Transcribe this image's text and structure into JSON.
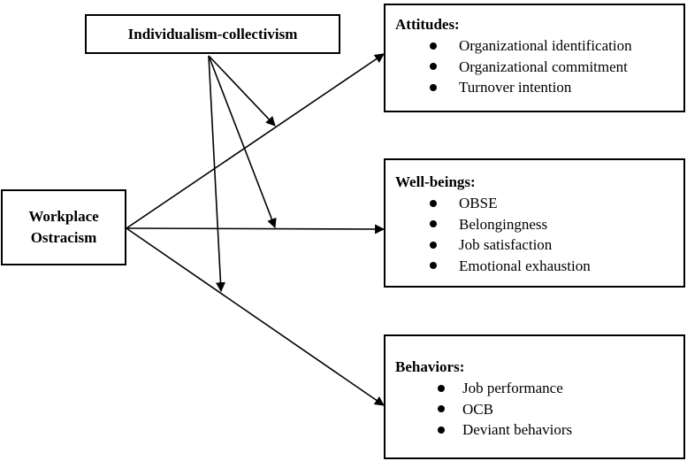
{
  "moderator": {
    "label": "Individualism-collectivism"
  },
  "predictor": {
    "line1": "Workplace",
    "line2": "Ostracism"
  },
  "outcomes": [
    {
      "heading": "Attitudes:",
      "items": [
        "Organizational identification",
        "Organizational commitment",
        "Turnover intention"
      ]
    },
    {
      "heading": "Well-beings:",
      "items": [
        "OBSE",
        "Belongingness",
        "Job satisfaction",
        "Emotional exhaustion"
      ]
    },
    {
      "heading": "Behaviors:",
      "items": [
        "Job performance",
        "OCB",
        "Deviant behaviors"
      ]
    }
  ]
}
